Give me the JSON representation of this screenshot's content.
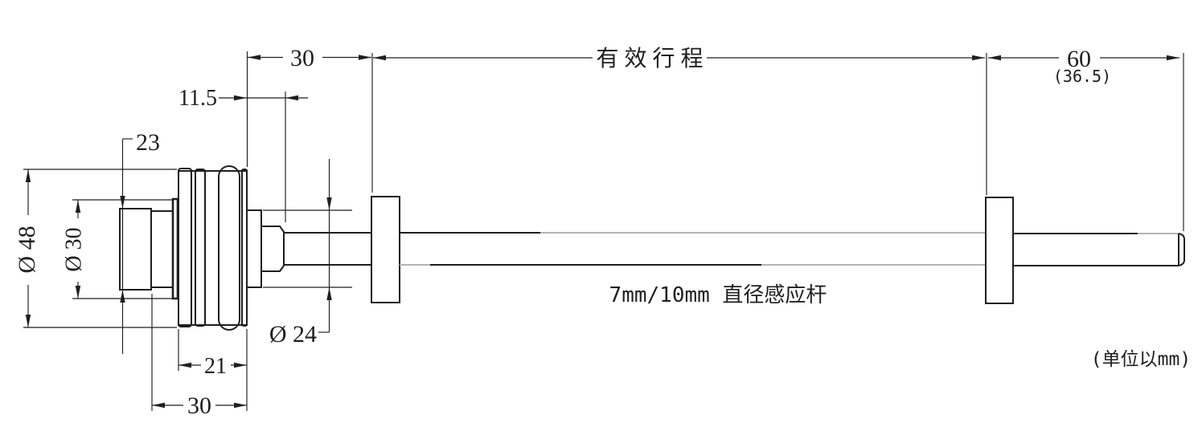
{
  "drawing": {
    "dimensions": {
      "front_offset": "30",
      "shaft_offset": "11.5",
      "end_cap_diameter": "23",
      "body_diameter": "Ø 48",
      "inner_diameter": "Ø 30",
      "collar_diameter": "Ø 24",
      "rib_length": "21",
      "head_length": "30",
      "effective_stroke": "有 效 行 程",
      "tail_length": "60",
      "tail_length_alt": "(36.5)"
    },
    "notes": {
      "rod": "7mm/10mm 直径感应杆",
      "unit": "(单位以mm)"
    },
    "colors": {
      "line": "#1f1f1f",
      "faded_line": "#b4b4b4",
      "background": "#ffffff"
    }
  }
}
